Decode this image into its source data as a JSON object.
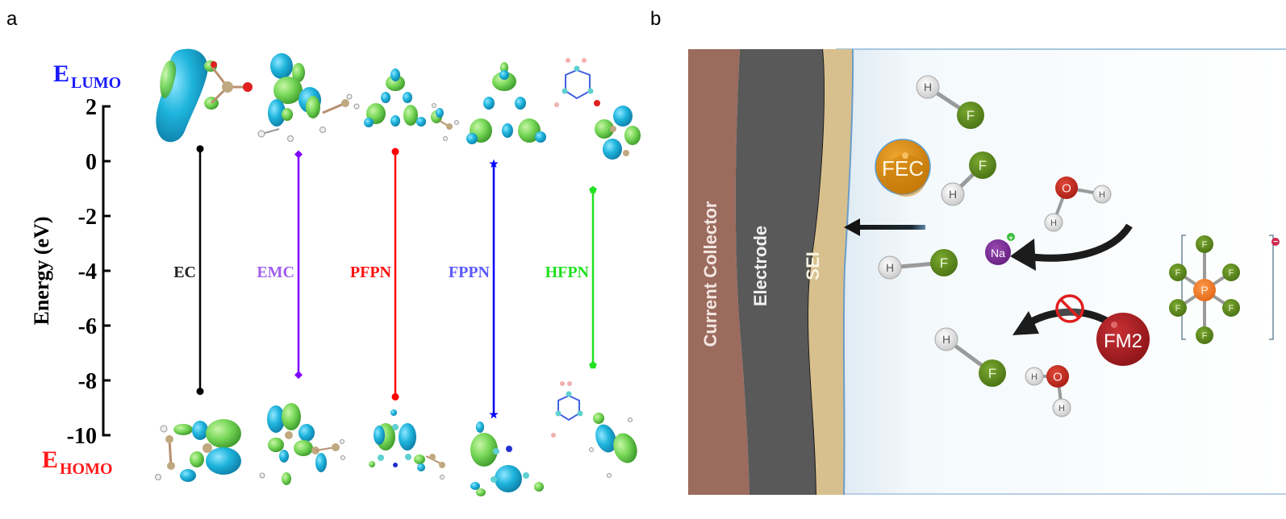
{
  "panel_a": {
    "letter": "a",
    "lumo_label": {
      "main": "E",
      "sub": "LUMO",
      "color": "#1a1aff"
    },
    "homo_label": {
      "main": "E",
      "sub": "HOMO",
      "color": "#ff1a1a"
    },
    "chart_data": {
      "type": "energy-level",
      "title": "",
      "ylabel": "Energy (eV)",
      "xlabel": "",
      "ylim": [
        -10,
        2
      ],
      "yticks": [
        2,
        0,
        -2,
        -4,
        -6,
        -8,
        -10
      ],
      "ytick_labels": [
        "2",
        "0",
        "-2",
        "-4",
        "-6",
        "-8",
        "-10"
      ],
      "grid": false,
      "series": [
        {
          "name": "EC",
          "lumo": 0.45,
          "homo": -8.4,
          "color": "#000000",
          "label_color": "#222222",
          "marker": "circle"
        },
        {
          "name": "EMC",
          "lumo": 0.25,
          "homo": -7.8,
          "color": "#8000ff",
          "label_color": "#a060f0",
          "marker": "diamond"
        },
        {
          "name": "PFPN",
          "lumo": 0.35,
          "homo": -8.6,
          "color": "#ff0000",
          "label_color": "#ff1010",
          "marker": "circle"
        },
        {
          "name": "FPPN",
          "lumo": -0.1,
          "homo": -9.25,
          "color": "#0000ff",
          "label_color": "#5a5aff",
          "marker": "star"
        },
        {
          "name": "HFPN",
          "lumo": -1.05,
          "homo": -7.45,
          "color": "#22e022",
          "label_color": "#22e022",
          "marker": "pentagon"
        }
      ]
    },
    "orbital_colors": {
      "positive": "#1eb4dc",
      "negative": "#78d858"
    }
  },
  "panel_b": {
    "letter": "b",
    "layers": [
      {
        "name": "Current Collector",
        "color": "#9b6b5e"
      },
      {
        "name": "Electrode",
        "color": "#595959"
      },
      {
        "name": "SEI",
        "color": "#d8c08e"
      }
    ],
    "electrolyte_color": "#f4f9fc",
    "molecules": {
      "fec": "FEC",
      "fm2": "FM2",
      "na": "Na",
      "na_charge": "+",
      "pf6_center": "P",
      "pf6_ligand": "F",
      "pf6_charge": "−",
      "hf_h": "H",
      "hf_f": "F",
      "water_o": "O",
      "water_h": "H"
    },
    "colors": {
      "fec": "#d98a0c",
      "fm2": "#a91e22",
      "na": "#7d2c95",
      "p": "#f07a2a",
      "f": "#5e8a1e",
      "o": "#c8281e",
      "h": "#e8e8e8",
      "arrow": "#1e1e1e",
      "forbid": "#e01e1e"
    }
  }
}
